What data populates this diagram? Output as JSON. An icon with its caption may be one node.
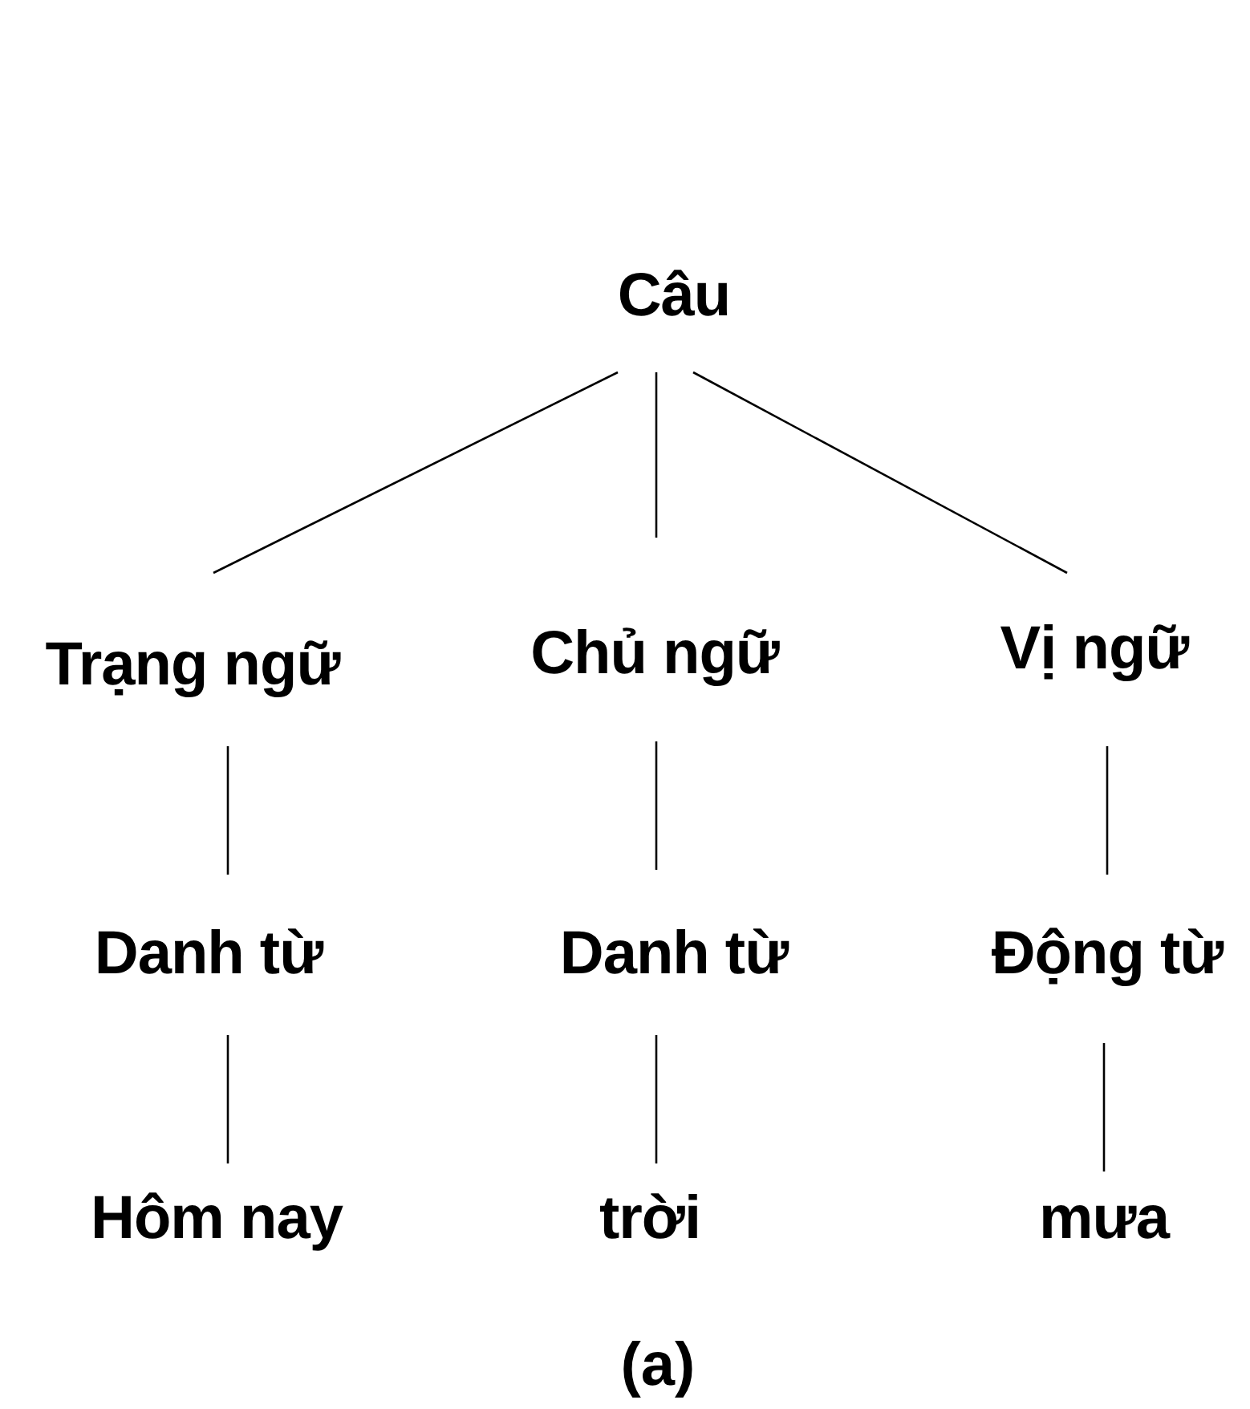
{
  "diagram": {
    "caption": "(a)",
    "nodes": [
      {
        "text": [
          "Câu"
        ]
      },
      {
        "text": [
          "Trạng ngữ"
        ]
      },
      {
        "text": [
          "Chủ ngữ"
        ]
      },
      {
        "text": [
          "Vị ngữ"
        ]
      },
      {
        "text": [
          "Danh từ"
        ]
      },
      {
        "text": [
          "Danh từ"
        ]
      },
      {
        "text": [
          "Động từ"
        ]
      },
      {
        "text": [
          "Hôm nay"
        ]
      },
      {
        "text": [
          "trời"
        ]
      },
      {
        "text": [
          "mưa"
        ]
      }
    ],
    "edges": [
      {
        "from": 0,
        "to": 1,
        "arrow": "none"
      },
      {
        "from": 0,
        "to": 2,
        "arrow": "none"
      },
      {
        "from": 0,
        "to": 3,
        "arrow": "none"
      },
      {
        "from": 1,
        "to": 4,
        "arrow": "none"
      },
      {
        "from": 2,
        "to": 5,
        "arrow": "none"
      },
      {
        "from": 3,
        "to": 6,
        "arrow": "none"
      },
      {
        "from": 4,
        "to": 7,
        "arrow": "none"
      },
      {
        "from": 5,
        "to": 8,
        "arrow": "none"
      },
      {
        "from": 6,
        "to": 9,
        "arrow": "none"
      }
    ]
  }
}
